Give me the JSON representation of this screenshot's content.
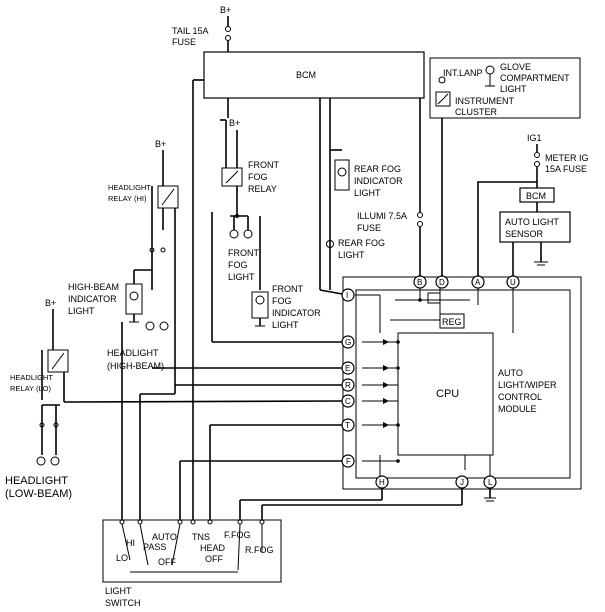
{
  "bplus": "B+",
  "tail_fuse": [
    "TAIL 15A",
    "FUSE"
  ],
  "bcm_main": "BCM",
  "bcm_small": "BCM",
  "int_lamp": "INT.LANP",
  "glove": [
    "GLOVE",
    "COMPARTMENT",
    "LIGHT"
  ],
  "instrument": [
    "INSTRUMENT",
    "CLUSTER"
  ],
  "ig1": "IG1",
  "meter_fuse": [
    "METER IG",
    "15A FUSE"
  ],
  "auto_sensor": [
    "AUTO LIGHT",
    "SENSOR"
  ],
  "hl_relay_hi": [
    "HEADLIGHT",
    "RELAY (HI)"
  ],
  "hl_relay_lo": [
    "HEADLIGHT",
    "RELAY (LO)"
  ],
  "front_fog_relay": [
    "FRONT",
    "FOG",
    "RELAY"
  ],
  "rear_fog_ind": [
    "REAR FOG",
    "INDICATOR",
    "LIGHT"
  ],
  "illumi_fuse": [
    "ILLUMI 7.5A",
    "FUSE"
  ],
  "rear_fog_light": [
    "REAR FOG",
    "LIGHT"
  ],
  "front_fog_light": [
    "FRONT",
    "FOG",
    "LIGHT"
  ],
  "front_fog_ind": [
    "FRONT",
    "FOG",
    "INDICATOR",
    "LIGHT"
  ],
  "high_beam_ind": [
    "HIGH-BEAM",
    "INDICATOR",
    "LIGHT"
  ],
  "hl_high": [
    "HEADLIGHT",
    "(HIGH-BEAM)"
  ],
  "hl_low": [
    "HEADLIGHT",
    "(LOW-BEAM)"
  ],
  "cpu": "CPU",
  "reg": "REG",
  "module": [
    "AUTO",
    "LIGHT/WIPER",
    "CONTROL",
    "MODULE"
  ],
  "pins": {
    "B": "B",
    "D": "D",
    "A": "A",
    "U": "U",
    "I": "I",
    "G": "G",
    "E": "E",
    "R": "R",
    "C": "C",
    "T": "T",
    "F": "F",
    "H": "H",
    "J": "J",
    "L": "L"
  },
  "sw": {
    "hi": "HI",
    "auto": "AUTO",
    "pass": "PASS",
    "lo": "LO",
    "off1": "OFF",
    "tns": "TNS",
    "head": "HEAD",
    "off2": "OFF",
    "ffog": "F.FOG",
    "rfog": "R.FOG"
  },
  "light_switch": [
    "LIGHT",
    "SWITCH"
  ]
}
